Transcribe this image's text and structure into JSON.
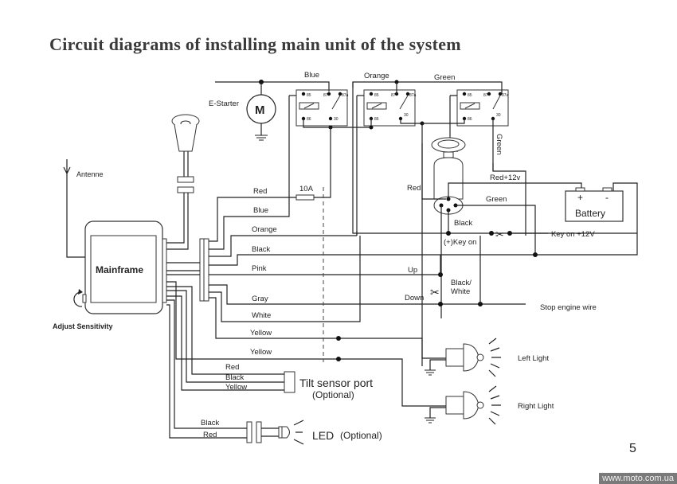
{
  "title": "Circuit diagrams of installing main unit of the system",
  "page_number": "5",
  "watermark": "www.moto.com.ua",
  "components": {
    "e_starter": "E-Starter",
    "motor_symbol": "M",
    "antenne": "Antenne",
    "mainframe": "Mainframe",
    "adjust_sensitivity": "Adjust Sensitivity",
    "fuse": "10A",
    "battery": "Battery",
    "battery_plus": "+",
    "battery_minus": "-",
    "tilt_sensor": "Tilt sensor port",
    "tilt_optional": "(Optional)",
    "led": "LED",
    "led_optional": "(Optional)",
    "left_light": "Left Light",
    "right_light": "Right Light"
  },
  "relays": [
    {
      "label": "Blue",
      "pins": [
        "85",
        "87",
        "87a",
        "86",
        "30"
      ]
    },
    {
      "label": "Orange",
      "pins": [
        "85",
        "87",
        "87a",
        "86",
        "30"
      ]
    },
    {
      "label": "Green",
      "pins": [
        "85",
        "87",
        "87a",
        "86",
        "30"
      ]
    }
  ],
  "wires": {
    "red": "Red",
    "blue": "Blue",
    "orange": "Orange",
    "black": "Black",
    "pink": "Pink",
    "gray": "Gray",
    "white": "White",
    "yellow1": "Yellow",
    "yellow2": "Yellow",
    "tilt_red": "Red",
    "tilt_black": "Black",
    "tilt_yellow": "Yellow",
    "led_black": "Black",
    "led_red": "Red",
    "green_vertical": "Green",
    "ign_red": "Red",
    "ign_red12": "Red+12v",
    "ign_green": "Green",
    "ign_black": "Black",
    "key_on": "(+)Key on",
    "key_on_12v": "Key on +12V",
    "up": "Up",
    "down": "Down",
    "black_white": "Black/\nWhite",
    "black_white_1": "Black/",
    "black_white_2": "White",
    "stop_engine": "Stop engine wire"
  }
}
